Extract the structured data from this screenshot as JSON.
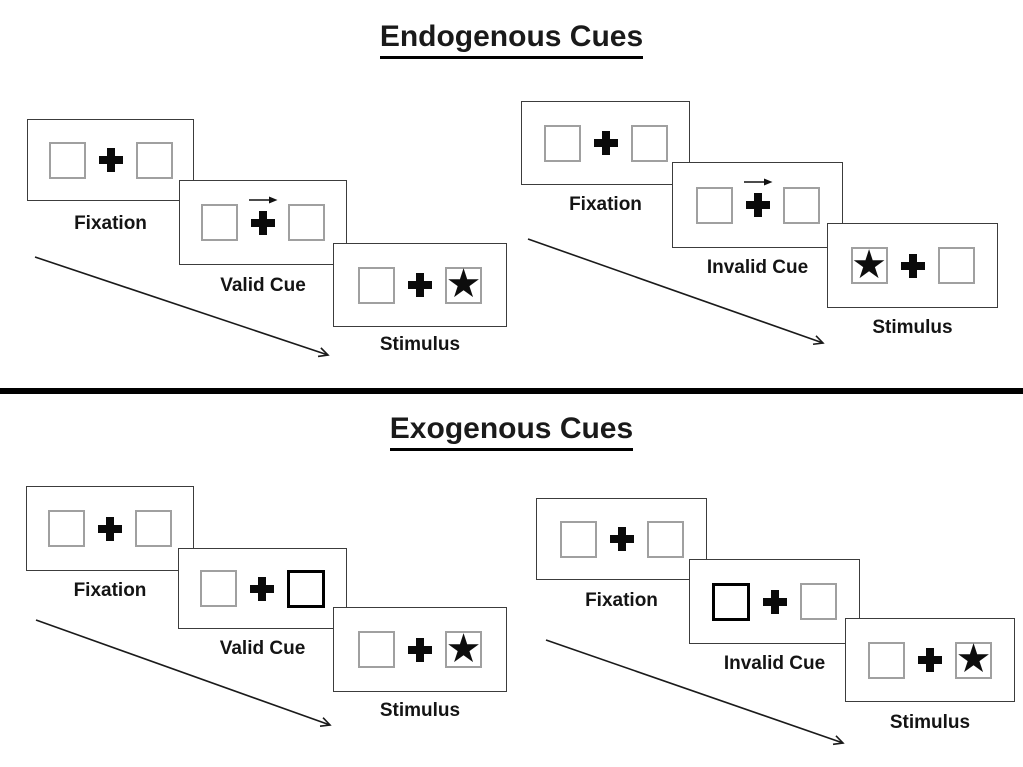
{
  "sections": [
    {
      "title": "Endogenous Cues",
      "panels": [
        {
          "name": "valid-trial",
          "steps": [
            {
              "label": "Fixation",
              "type": "fixation"
            },
            {
              "label": "Valid Cue",
              "type": "arrow-cue",
              "cue_direction": "right"
            },
            {
              "label": "Stimulus",
              "type": "stimulus",
              "star_side": "right"
            }
          ]
        },
        {
          "name": "invalid-trial",
          "steps": [
            {
              "label": "Fixation",
              "type": "fixation"
            },
            {
              "label": "Invalid Cue",
              "type": "arrow-cue",
              "cue_direction": "right"
            },
            {
              "label": "Stimulus",
              "type": "stimulus",
              "star_side": "left"
            }
          ]
        }
      ]
    },
    {
      "title": "Exogenous Cues",
      "panels": [
        {
          "name": "valid-trial",
          "steps": [
            {
              "label": "Fixation",
              "type": "fixation"
            },
            {
              "label": "Valid Cue",
              "type": "box-cue",
              "cue_side": "right"
            },
            {
              "label": "Stimulus",
              "type": "stimulus",
              "star_side": "right"
            }
          ]
        },
        {
          "name": "invalid-trial",
          "steps": [
            {
              "label": "Fixation",
              "type": "fixation"
            },
            {
              "label": "Invalid Cue",
              "type": "box-cue",
              "cue_side": "left"
            },
            {
              "label": "Stimulus",
              "type": "stimulus",
              "star_side": "right"
            }
          ]
        }
      ]
    }
  ],
  "icons": {
    "star": "★",
    "plus": "+",
    "cue_arrow": "→",
    "timeline_arrow": "↘"
  },
  "colors": {
    "background": "#ffffff",
    "ink": "#1a1a1a",
    "card_border": "#3c3c3c",
    "placeholder_border": "#a0a0a0",
    "cue_highlight_border": "#000000",
    "divider": "#000000"
  }
}
